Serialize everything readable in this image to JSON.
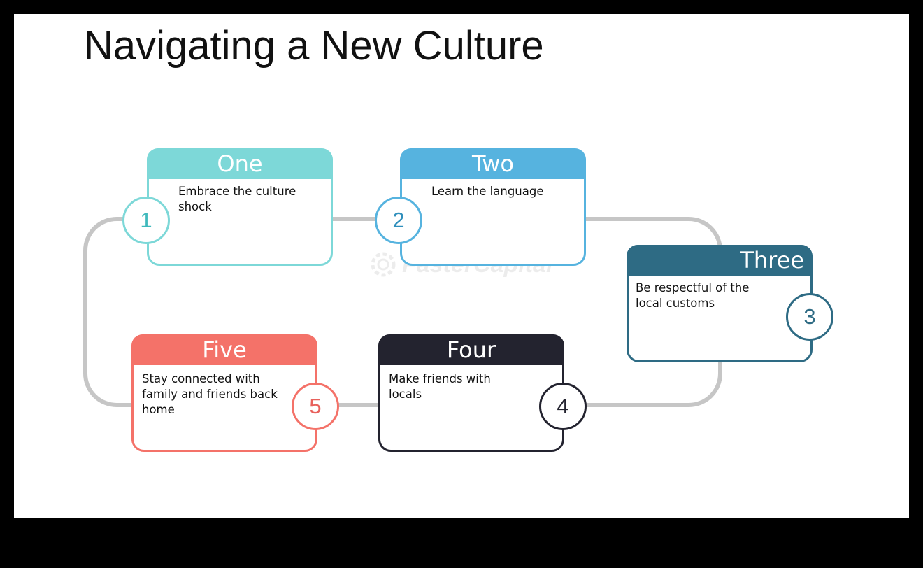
{
  "title": "Navigating a New Culture",
  "steps": [
    {
      "heading": "One",
      "number": "1",
      "text": "Embrace the culture shock",
      "color": "#7dd8d8",
      "number_color": "#3fb9bc"
    },
    {
      "heading": "Two",
      "number": "2",
      "text": "Learn the language",
      "color": "#56b3df",
      "number_color": "#2f8fbc"
    },
    {
      "heading": "Three",
      "number": "3",
      "text": "Be respectful of the local customs",
      "color": "#2e6b84",
      "number_color": "#2e6b84"
    },
    {
      "heading": "Four",
      "number": "4",
      "text": "Make friends with locals",
      "color": "#23232f",
      "number_color": "#23232f"
    },
    {
      "heading": "Five",
      "number": "5",
      "text": "Stay connected with family and friends back home",
      "color": "#f47269",
      "number_color": "#e8615c"
    }
  ],
  "connector_color": "#c6c6c6",
  "watermark": "FasterCapital",
  "watermark_icon": "gear-icon"
}
